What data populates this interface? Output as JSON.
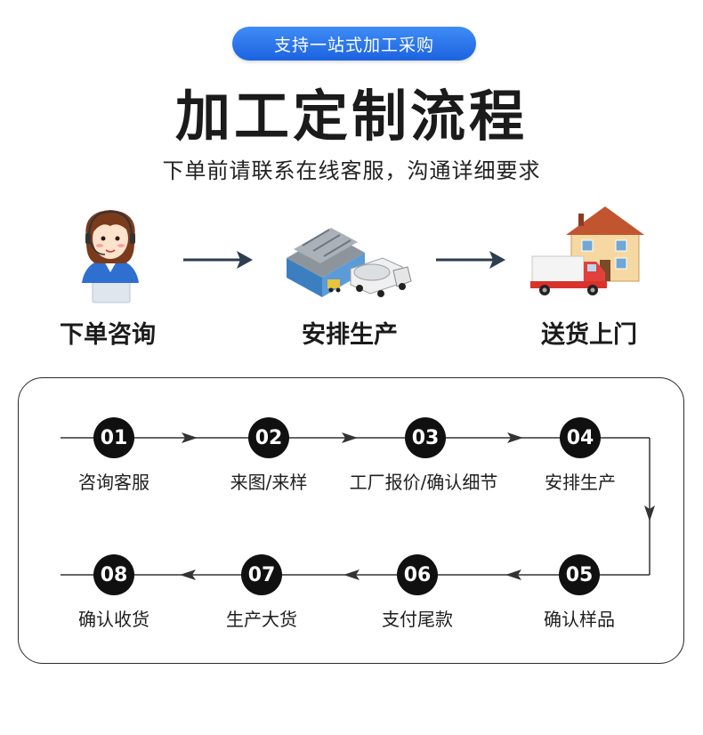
{
  "header": {
    "badge": "支持一站式加工采购",
    "title": "加工定制流程",
    "subtitle": "下单前请联系在线客服，沟通详细要求"
  },
  "top_steps": [
    {
      "label": "下单咨询",
      "icon": "customer-service-icon"
    },
    {
      "label": "安排生产",
      "icon": "factory-icon"
    },
    {
      "label": "送货上门",
      "icon": "delivery-house-icon"
    }
  ],
  "flow_steps": [
    {
      "num": "01",
      "label": "咨询客服"
    },
    {
      "num": "02",
      "label": "来图/来样"
    },
    {
      "num": "03",
      "label": "工厂报价/确认细节"
    },
    {
      "num": "04",
      "label": "安排生产"
    },
    {
      "num": "05",
      "label": "确认样品"
    },
    {
      "num": "06",
      "label": "支付尾款"
    },
    {
      "num": "07",
      "label": "生产大货"
    },
    {
      "num": "08",
      "label": "确认收货"
    }
  ],
  "colors": {
    "accent": "#1c63e0",
    "arrow": "#2c3e50",
    "circle": "#101010"
  }
}
